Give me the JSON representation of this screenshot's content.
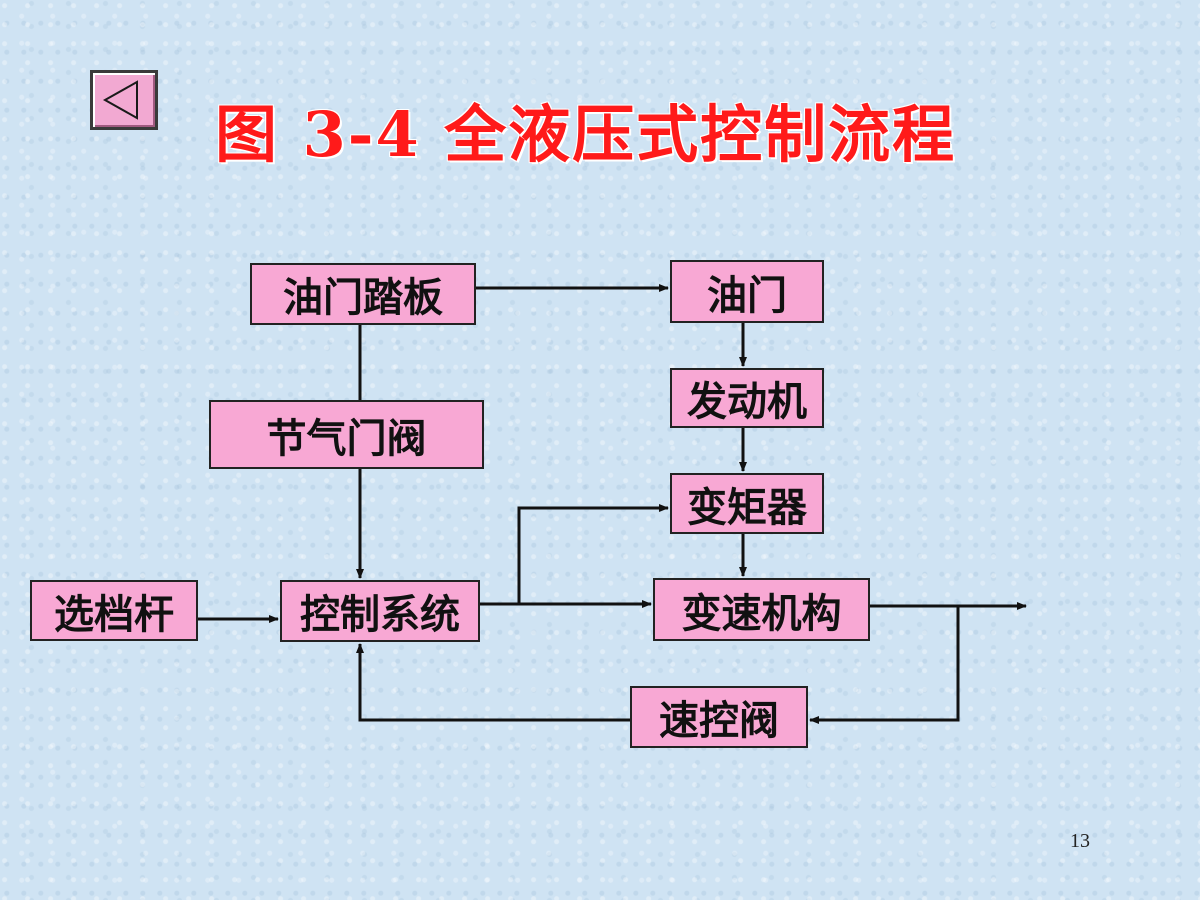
{
  "nav": {
    "back_icon": "left-triangle-icon"
  },
  "title": "图 3-4 全液压式控制流程",
  "nodes": {
    "throttle_pedal": "油门踏板",
    "throttle": "油门",
    "engine": "发动机",
    "throttle_valve": "节气门阀",
    "torque_converter": "变矩器",
    "gear_selector": "选档杆",
    "control_system": "控制系统",
    "transmission": "变速机构",
    "speed_valve": "速控阀"
  },
  "edges": [
    {
      "from": "油门踏板",
      "to": "油门"
    },
    {
      "from": "油门",
      "to": "发动机"
    },
    {
      "from": "发动机",
      "to": "变矩器"
    },
    {
      "from": "变矩器",
      "to": "变速机构"
    },
    {
      "from": "油门踏板",
      "to": "控制系统",
      "via": "节气门阀"
    },
    {
      "from": "选档杆",
      "to": "控制系统"
    },
    {
      "from": "控制系统",
      "to": "变速机构"
    },
    {
      "from": "控制系统",
      "to": "变矩器"
    },
    {
      "from": "变速机构",
      "to": "output"
    },
    {
      "from": "变速机构",
      "to": "速控阀"
    },
    {
      "from": "速控阀",
      "to": "控制系统"
    }
  ],
  "page_number": "13",
  "colors": {
    "background": "#cfe3f3",
    "node_fill": "#f8a8d4",
    "title": "#ff1a1a",
    "line": "#111111"
  }
}
